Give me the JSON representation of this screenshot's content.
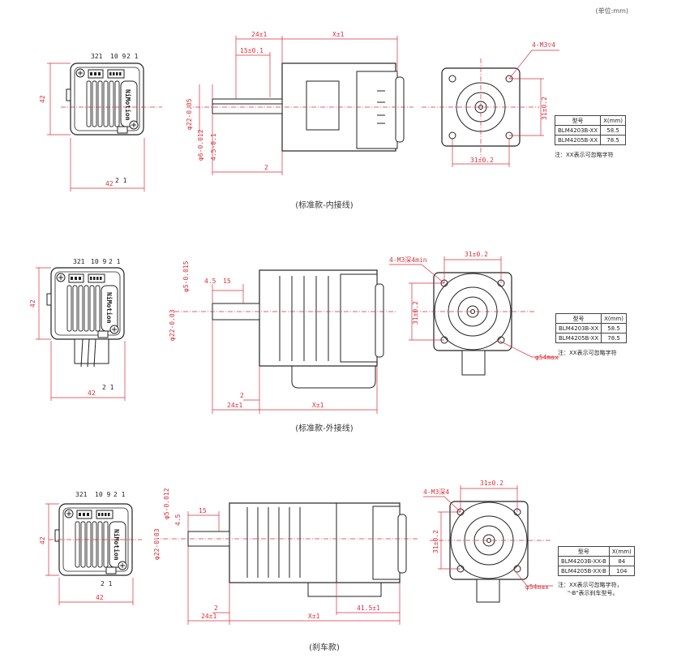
{
  "unit_label": "(单位:mm)",
  "captions": [
    "(标准款-内接线)",
    "(标准款-外接线)",
    "(刹车款)"
  ],
  "pin_labels": {
    "left": "321",
    "mid": "10 9",
    "right": "2 1",
    "bottom": "2   1"
  },
  "brand_text": "NiMotion",
  "dims": {
    "side42": "42",
    "len24": "24±1",
    "lenX": "X±1",
    "len15": "15±0.1",
    "d22": "φ22-0.05",
    "d6": "φ6-0.012",
    "flat45": "4.5-0.1",
    "two": "2",
    "holes_in": "4-M3▽4",
    "pitch31": "31±0.2",
    "s45": "4.5",
    "s15": "15",
    "d5": "φ5-0.015",
    "d22b": "φ22-0.03",
    "holes_out": "4-M3深4min",
    "d54": "φ54max",
    "d5b": "φ5-0.012",
    "d22c": "φ22-0.03",
    "holes_brake": "4-M3深4",
    "len41": "41.5±1"
  },
  "tables": [
    {
      "header": [
        "型号",
        "X(mm)"
      ],
      "rows": [
        [
          "BLM4203B-XX",
          "58.5"
        ],
        [
          "BLM4205B-XX",
          "78.5"
        ]
      ],
      "note": [
        "注：XX表示可忽略字符"
      ]
    },
    {
      "header": [
        "型号",
        "X(mm)"
      ],
      "rows": [
        [
          "BLM4203B-XX",
          "58.5"
        ],
        [
          "BLM4205B-XX",
          "78.5"
        ]
      ],
      "note": [
        "注：XX表示可忽略字符"
      ]
    },
    {
      "header": [
        "型号",
        "X(mm)"
      ],
      "rows": [
        [
          "BLM4203B-XX-B",
          "84"
        ],
        [
          "BLM4205B-XX-B",
          "104"
        ]
      ],
      "note": [
        "注：XX表示可忽略字符，",
        "\"-B\"表示刹车型号。"
      ]
    }
  ],
  "colors": {
    "dim": "#d6303c",
    "line": "#222222"
  }
}
